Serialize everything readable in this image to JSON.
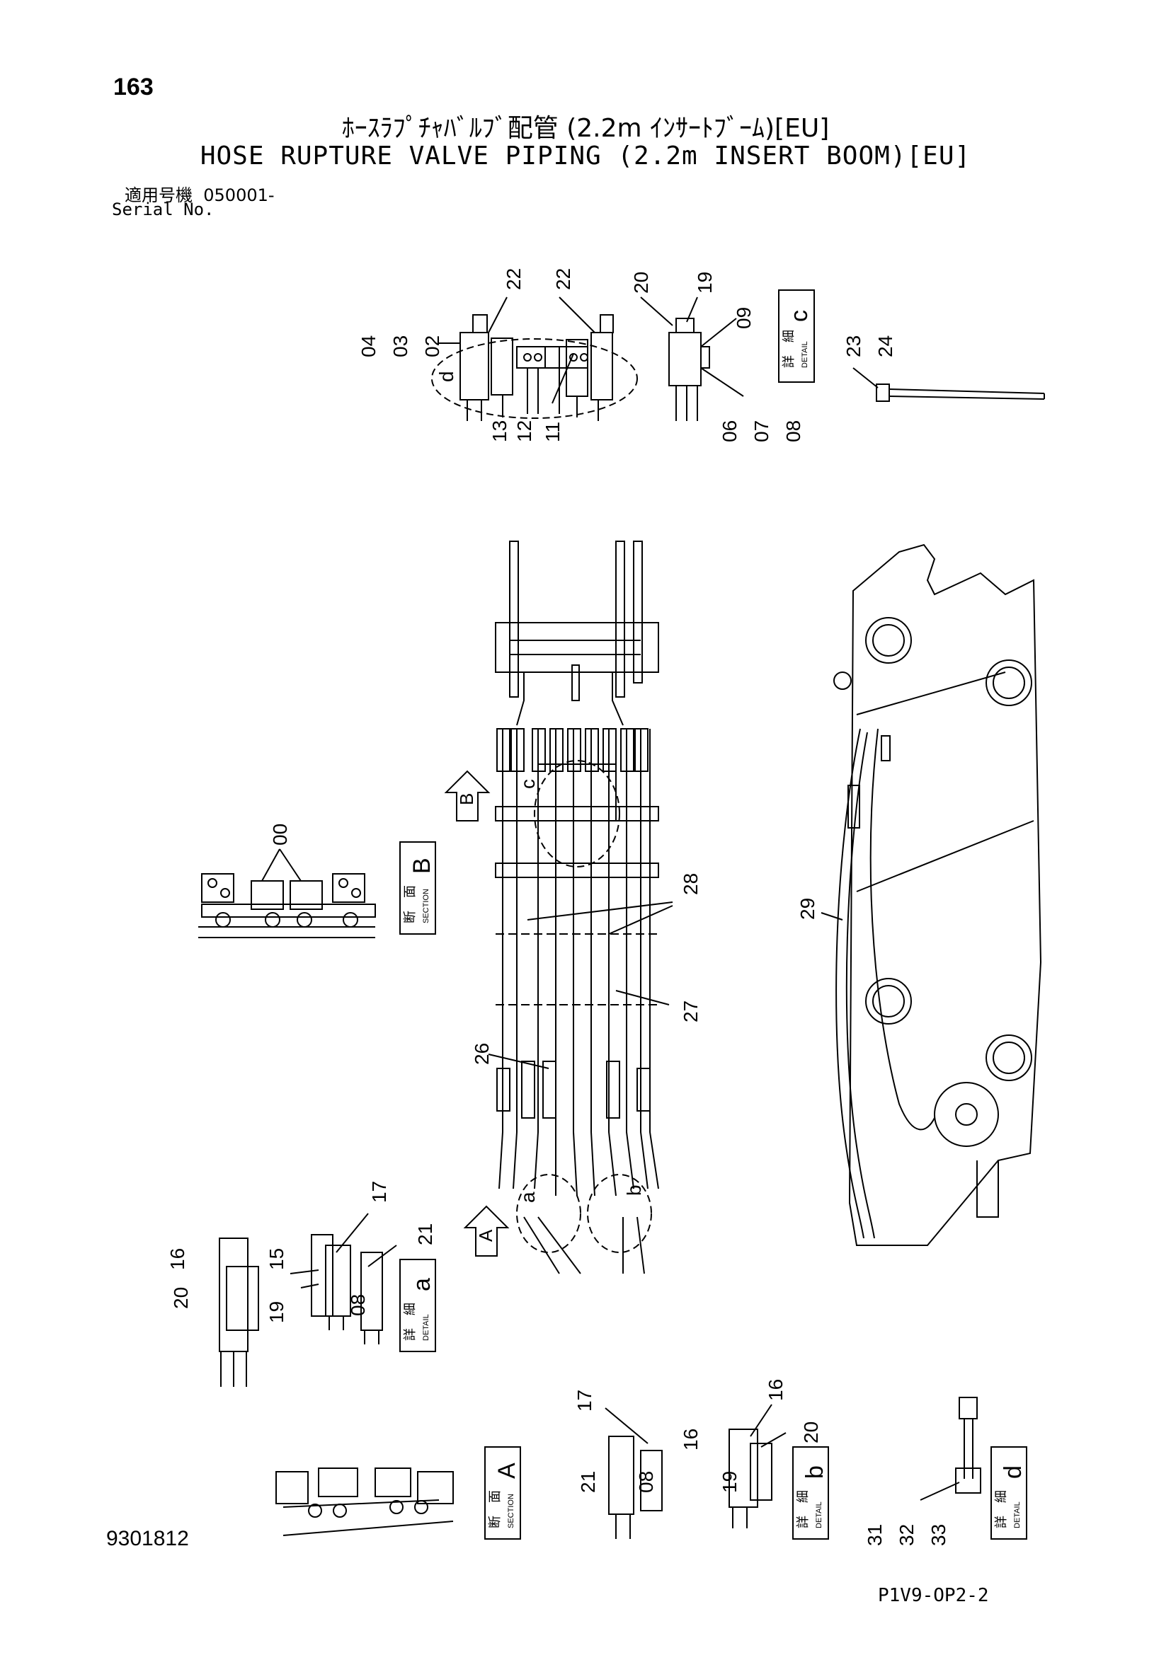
{
  "header": {
    "page_number": "163",
    "title_jp": "ﾎｰｽﾗﾌﾟﾁｬﾊﾞﾙﾌﾞ配管 (2.2m ｲﾝｻｰﾄﾌﾞｰﾑ)[EU]",
    "title_en": "HOSE RUPTURE VALVE PIPING (2.2m INSERT BOOM)[EU]",
    "serial_label_jp": "適用号機",
    "serial_value": "050001-",
    "serial_label_en": "Serial No."
  },
  "boxes": {
    "detail_jp": "詳　細",
    "section_jp": "断　面",
    "detail_en": "DETAIL",
    "section_en": "SECTION",
    "c": "c",
    "b_upper": "B",
    "a": "a",
    "A": "A",
    "b": "b",
    "d": "d"
  },
  "view_markers": {
    "B": "B",
    "A": "A"
  },
  "circle_letters": {
    "c": "c",
    "d": "d",
    "a": "a",
    "b": "b"
  },
  "callouts": {
    "top": [
      "22",
      "22",
      "20",
      "19",
      "09",
      "04",
      "03",
      "02",
      "13",
      "12",
      "11",
      "06",
      "07",
      "08",
      "23",
      "24"
    ],
    "main": [
      "00",
      "28",
      "27",
      "26",
      "29"
    ],
    "detail_a": [
      "16",
      "20",
      "15",
      "19",
      "17",
      "21",
      "08"
    ],
    "detail_b": [
      "17",
      "21",
      "08",
      "16",
      "19",
      "16",
      "20"
    ],
    "detail_d": [
      "31",
      "32",
      "33"
    ],
    "dashes": "-"
  },
  "footer": {
    "document_number": "9301812",
    "page_ref": "P1V9-OP2-2"
  }
}
